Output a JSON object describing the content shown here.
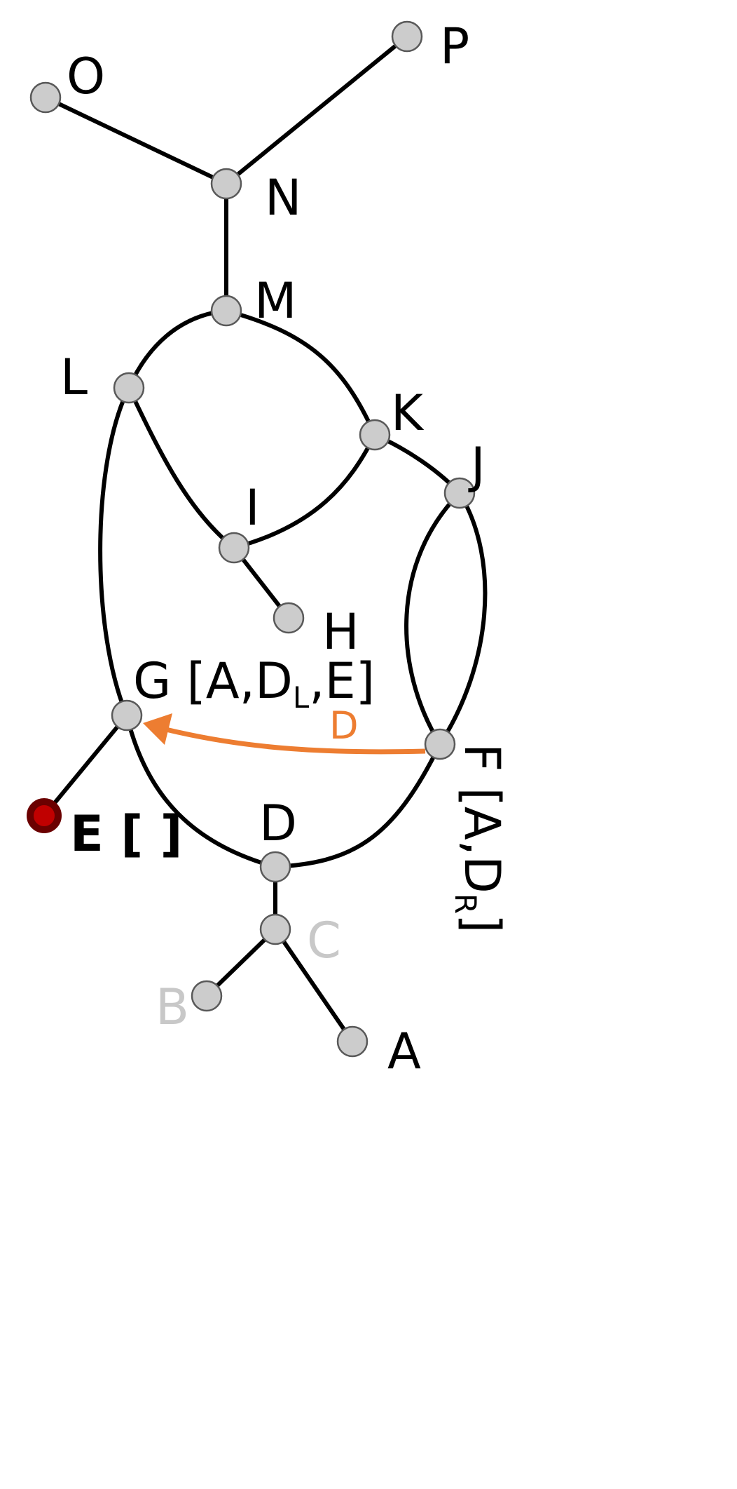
{
  "nodes": [
    {
      "id": "O",
      "label": "O"
    },
    {
      "id": "P",
      "label": "P"
    },
    {
      "id": "N",
      "label": "N"
    },
    {
      "id": "M",
      "label": "M"
    },
    {
      "id": "L",
      "label": "L"
    },
    {
      "id": "K",
      "label": "K"
    },
    {
      "id": "J",
      "label": "J"
    },
    {
      "id": "I",
      "label": "I"
    },
    {
      "id": "H",
      "label": "H"
    },
    {
      "id": "G",
      "label": "G",
      "list": {
        "open": " [A,D",
        "sub": "L",
        "close": ",E]"
      }
    },
    {
      "id": "F",
      "label": "F",
      "list": {
        "open": " [A,D",
        "sub": "R",
        "close": "]"
      }
    },
    {
      "id": "E",
      "label": "E",
      "list": {
        "text": " [ ]"
      },
      "state": "active"
    },
    {
      "id": "D",
      "label": "D"
    },
    {
      "id": "C",
      "label": "C",
      "state": "dimmed"
    },
    {
      "id": "B",
      "label": "B",
      "state": "dimmed"
    },
    {
      "id": "A",
      "label": "A"
    }
  ],
  "edges": [
    [
      "O",
      "N"
    ],
    [
      "P",
      "N"
    ],
    [
      "N",
      "M"
    ],
    [
      "M",
      "L"
    ],
    [
      "M",
      "K"
    ],
    [
      "L",
      "I"
    ],
    [
      "K",
      "I"
    ],
    [
      "I",
      "H"
    ],
    [
      "K",
      "J"
    ],
    [
      "J",
      "F"
    ],
    [
      "J",
      "F"
    ],
    [
      "L",
      "G"
    ],
    [
      "G",
      "E"
    ],
    [
      "G",
      "D"
    ],
    [
      "F",
      "D"
    ],
    [
      "D",
      "C"
    ],
    [
      "C",
      "B"
    ],
    [
      "C",
      "A"
    ]
  ],
  "message": {
    "from": "F",
    "to": "G",
    "label": "D"
  },
  "colors": {
    "node_fill": "#cccccc",
    "active_node": "#c00000",
    "message_arrow": "#ed7d31",
    "dimmed_label": "#c8c8c8"
  }
}
